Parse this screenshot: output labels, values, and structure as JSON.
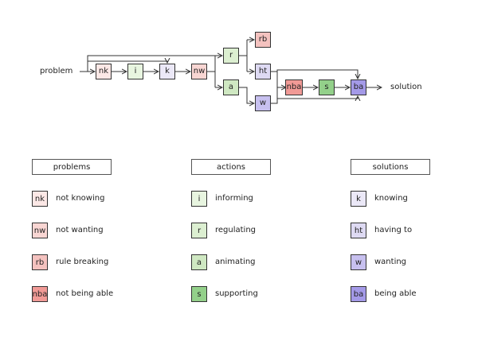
{
  "diagram": {
    "start_label": "problem",
    "end_label": "solution",
    "nodes": {
      "nk": "nk",
      "i": "i",
      "k": "k",
      "nw": "nw",
      "r": "r",
      "a": "a",
      "rb": "rb",
      "ht": "ht",
      "w": "w",
      "nba": "nba",
      "s": "s",
      "ba": "ba"
    }
  },
  "legend": {
    "problems": {
      "title": "problems",
      "items": [
        {
          "code": "nk",
          "label": "not knowing"
        },
        {
          "code": "nw",
          "label": "not wanting"
        },
        {
          "code": "rb",
          "label": "rule breaking"
        },
        {
          "code": "nba",
          "label": "not being able"
        }
      ]
    },
    "actions": {
      "title": "actions",
      "items": [
        {
          "code": "i",
          "label": "informing"
        },
        {
          "code": "r",
          "label": "regulating"
        },
        {
          "code": "a",
          "label": "animating"
        },
        {
          "code": "s",
          "label": "supporting"
        }
      ]
    },
    "solutions": {
      "title": "solutions",
      "items": [
        {
          "code": "k",
          "label": "knowing"
        },
        {
          "code": "ht",
          "label": "having to"
        },
        {
          "code": "w",
          "label": "wanting"
        },
        {
          "code": "ba",
          "label": "being able"
        }
      ]
    }
  },
  "colors": {
    "problem_light": "#fce8e6",
    "problem_mid": "#f4c2bf",
    "problem_dark": "#f19a96",
    "action_light": "#e8f5e0",
    "action_mid": "#cfe8c2",
    "action_dark": "#93d08a",
    "solution_light": "#ebe8f7",
    "solution_mid": "#d4cff0",
    "solution_dark": "#a49ae8",
    "line": "#333333"
  }
}
